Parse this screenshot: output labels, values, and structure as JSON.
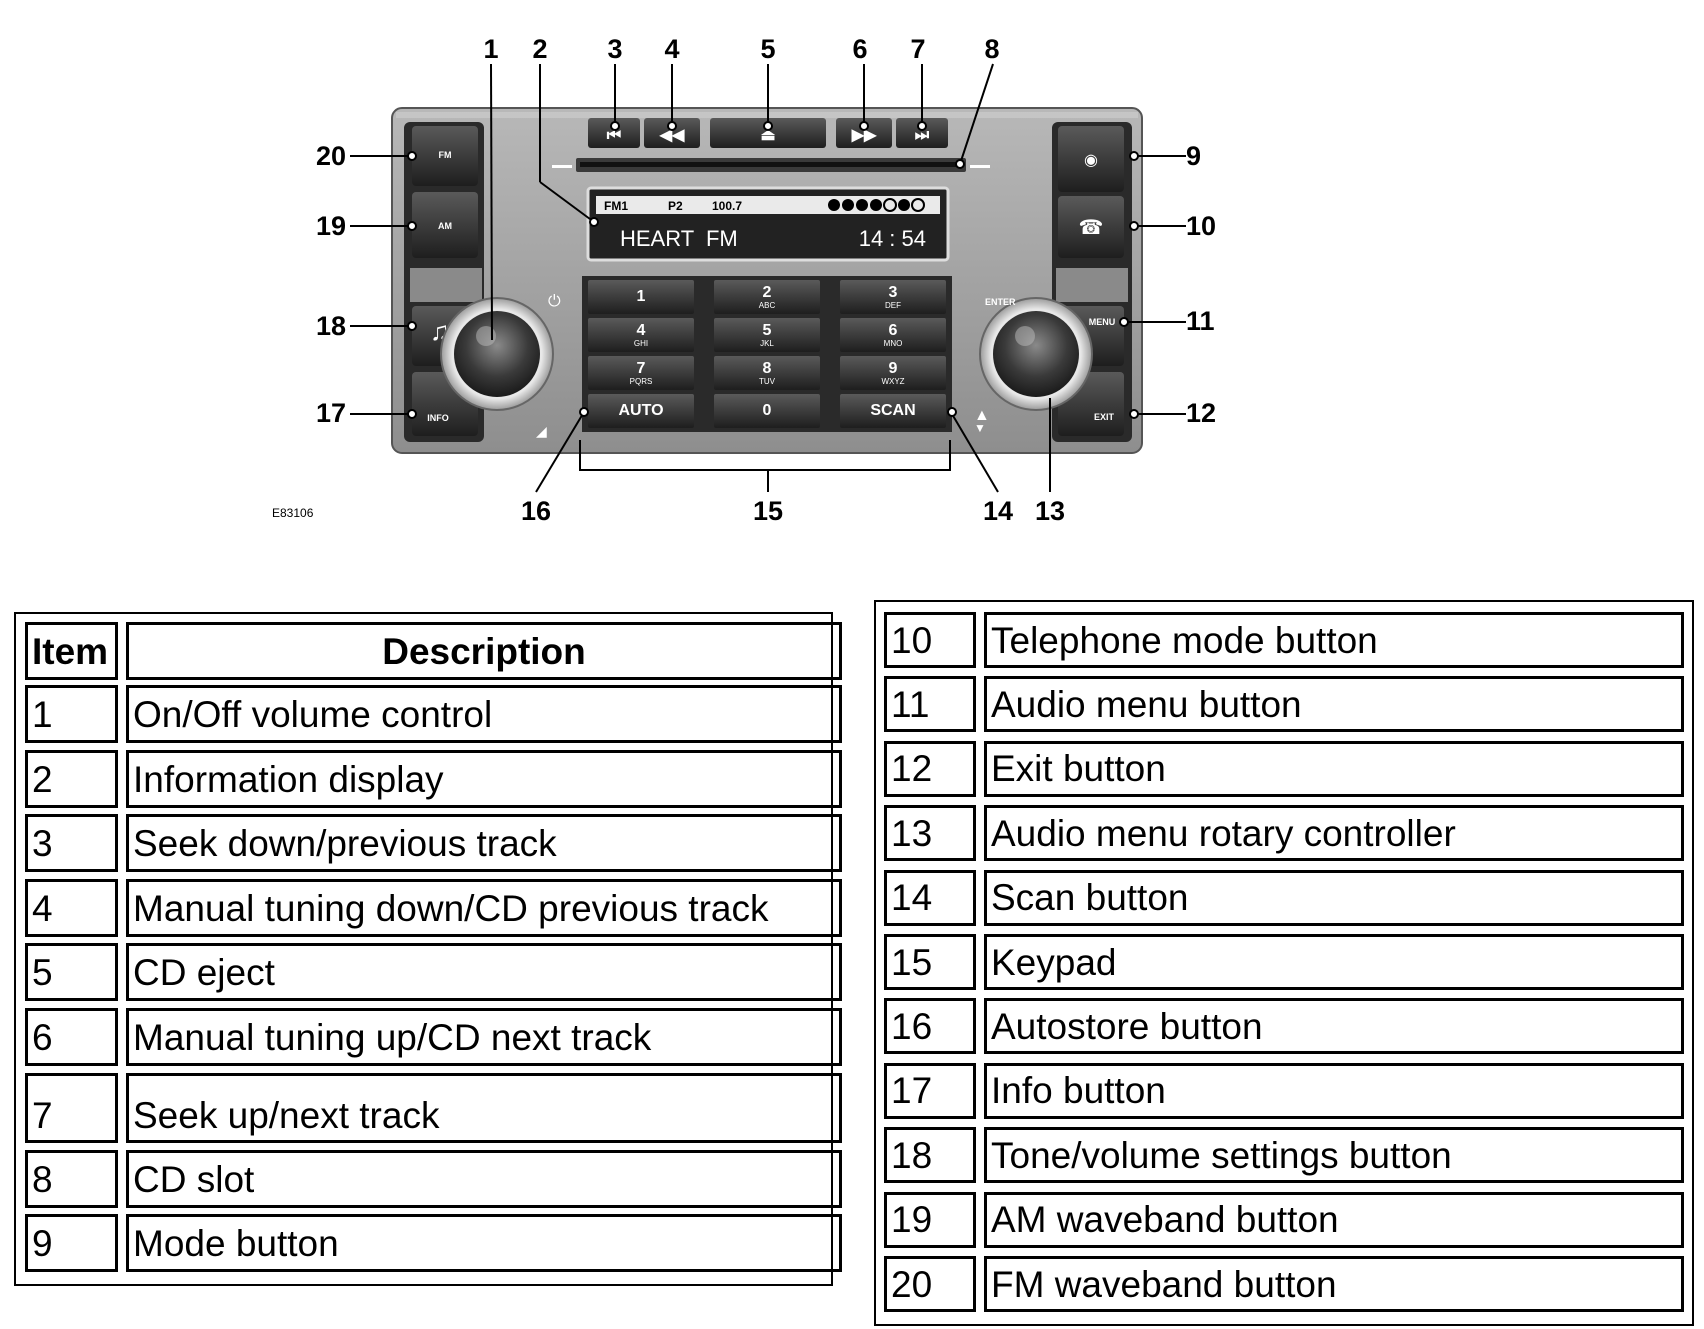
{
  "diagram": {
    "image_code": "E83106",
    "display": {
      "band": "FM1",
      "preset": "P2",
      "frequency": "100.7",
      "station": "HEART  FM",
      "time": "14 : 54"
    },
    "keypad": [
      {
        "digit": "1",
        "letters": ""
      },
      {
        "digit": "2",
        "letters": "ABC"
      },
      {
        "digit": "3",
        "letters": "DEF"
      },
      {
        "digit": "4",
        "letters": "GHI"
      },
      {
        "digit": "5",
        "letters": "JKL"
      },
      {
        "digit": "6",
        "letters": "MNO"
      },
      {
        "digit": "7",
        "letters": "PQRS"
      },
      {
        "digit": "8",
        "letters": "TUV"
      },
      {
        "digit": "9",
        "letters": "WXYZ"
      },
      {
        "digit": "AUTO",
        "letters": ""
      },
      {
        "digit": "0",
        "letters": ""
      },
      {
        "digit": "SCAN",
        "letters": ""
      }
    ],
    "button_labels": {
      "fm": "FM",
      "am": "AM",
      "info": "INFO",
      "menu": "MENU",
      "exit": "EXIT",
      "enter": "ENTER"
    },
    "callouts": [
      "1",
      "2",
      "3",
      "4",
      "5",
      "6",
      "7",
      "8",
      "9",
      "10",
      "11",
      "12",
      "13",
      "14",
      "15",
      "16",
      "17",
      "18",
      "19",
      "20"
    ]
  },
  "table_left": {
    "header": {
      "item": "Item",
      "description": "Description"
    },
    "rows": [
      {
        "item": "1",
        "description": "On/Off volume control"
      },
      {
        "item": "2",
        "description": "Information display"
      },
      {
        "item": "3",
        "description": "Seek down/previous track"
      },
      {
        "item": "4",
        "description": "Manual tuning down/CD previous track"
      },
      {
        "item": "5",
        "description": "CD eject"
      },
      {
        "item": "6",
        "description": "Manual tuning up/CD next track"
      },
      {
        "item": "7",
        "description": "Seek up/next track"
      },
      {
        "item": "8",
        "description": "CD slot"
      },
      {
        "item": "9",
        "description": "Mode button"
      }
    ]
  },
  "table_right": {
    "rows": [
      {
        "item": "10",
        "description": "Telephone mode button"
      },
      {
        "item": "11",
        "description": "Audio menu button"
      },
      {
        "item": "12",
        "description": "Exit button"
      },
      {
        "item": "13",
        "description": "Audio menu rotary controller"
      },
      {
        "item": "14",
        "description": "Scan button"
      },
      {
        "item": "15",
        "description": "Keypad"
      },
      {
        "item": "16",
        "description": "Autostore button"
      },
      {
        "item": "17",
        "description": "Info button"
      },
      {
        "item": "18",
        "description": "Tone/volume settings button"
      },
      {
        "item": "19",
        "description": "AM waveband button"
      },
      {
        "item": "20",
        "description": "FM waveband button"
      }
    ]
  }
}
